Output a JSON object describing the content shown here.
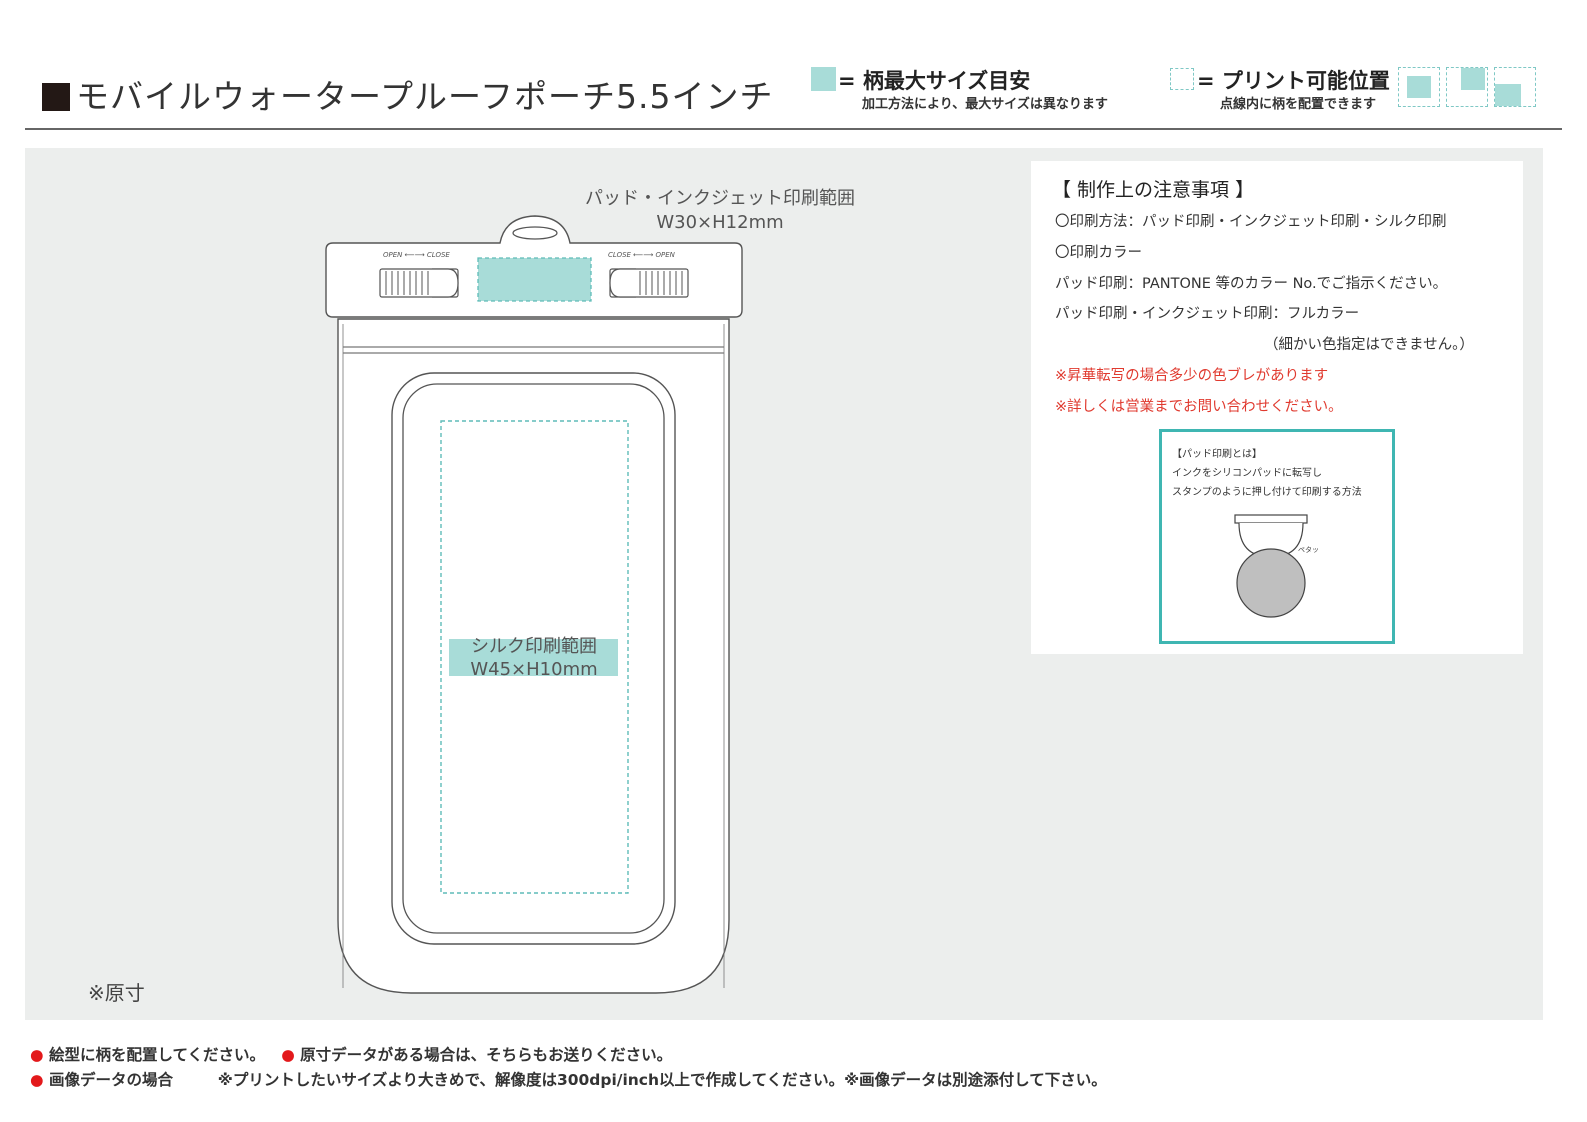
{
  "header": {
    "title": "モバイルウォータープルーフポーチ5.5インチ",
    "legend_max": {
      "label": "= 柄最大サイズ目安",
      "sub": "加工方法により、最大サイズは異なります"
    },
    "legend_print": {
      "label": "= プリント可能位置",
      "sub": "点線内に柄を配置できます"
    }
  },
  "drawing": {
    "pad_area_label": "パッド・インクジェット印刷範囲",
    "pad_area_size": "W30×H12mm",
    "silk_area_label": "シルク印刷範囲",
    "silk_area_size": "W45×H10mm",
    "latch_left": "OPEN ⟵⟶ CLOSE",
    "latch_right": "CLOSE ⟵⟶ OPEN",
    "scale_note": "※原寸"
  },
  "notes": {
    "heading": "【 制作上の注意事項 】",
    "method": "〇印刷方法：パッド印刷・インクジェット印刷・シルク印刷",
    "color_heading": "〇印刷カラー",
    "pad_color": "パッド印刷：PANTONE 等のカラー No.でご指示ください。",
    "inkjet_color": "パッド印刷・インクジェット印刷：フルカラー",
    "inkjet_note": "（細かい色指定はできません。）",
    "warn1": "※昇華転写の場合多少の色ブレがあります",
    "warn2": "※詳しくは営業までお問い合わせください。",
    "pad_box": {
      "title": "【パッド印刷とは】",
      "line1": "インクをシリコンパッドに転写し",
      "line2": "スタンプのように押し付けて印刷する方法",
      "label": "ペタッ"
    }
  },
  "footer": {
    "bullet1": "絵型に柄を配置してください。",
    "bullet2": "原寸データがある場合は、そちらもお送りください。",
    "bullet3": "画像データの場合",
    "bullet3_detail": "※プリントしたいサイズより大きめで、解像度は300dpi/inch以上で作成してください。※画像データは別途添付して下さい。"
  },
  "colors": {
    "accent_teal": "#a8dcd8",
    "frame_teal": "#3fb6b2",
    "warning_red": "#e03a2f",
    "bullet_red": "#e3191b"
  }
}
